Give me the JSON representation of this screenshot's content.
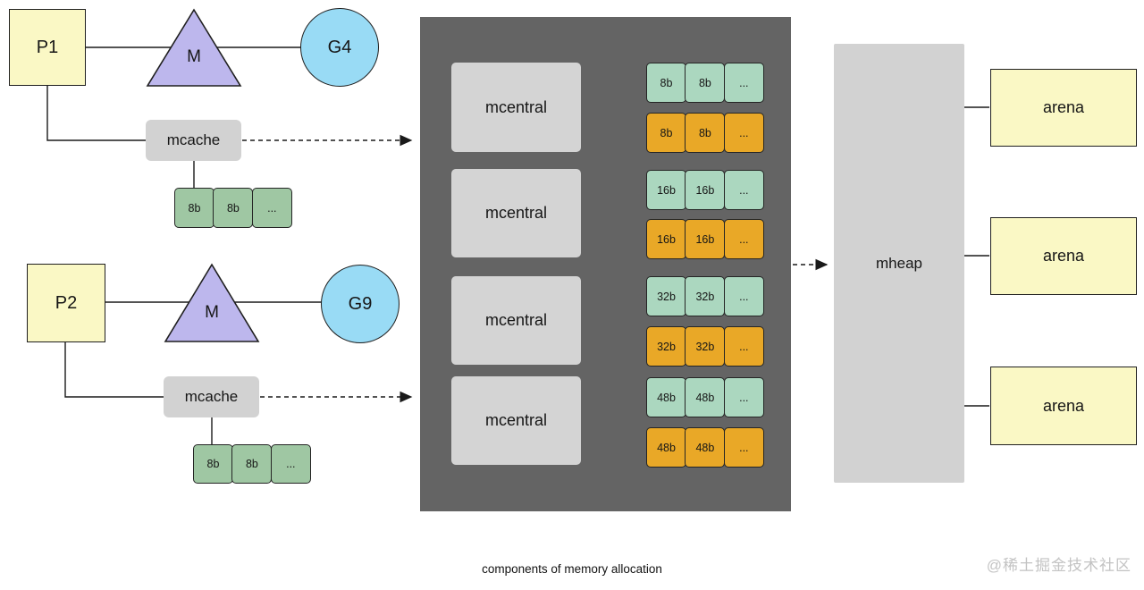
{
  "caption": "components of memory allocation",
  "watermark": "@稀土掘金技术社区",
  "colors": {
    "node_yellow": "#FAF8C5",
    "triangle_purple": "#BDB7ED",
    "circle_blue": "#99DBF5",
    "cache_cell_green": "#9FC7A3",
    "span_green": "#ABD7BF",
    "span_orange": "#E9A827",
    "panel_dark_gray": "#646464",
    "box_light_gray": "#D2D2D2",
    "line_black": "#1a1a1a"
  },
  "groups": [
    {
      "p": "P1",
      "m": "M",
      "g": "G4",
      "cache": "mcache",
      "cells": [
        "8b",
        "8b",
        "..."
      ]
    },
    {
      "p": "P2",
      "m": "M",
      "g": "G9",
      "cache": "mcache",
      "cells": [
        "8b",
        "8b",
        "..."
      ]
    }
  ],
  "panel": {
    "mcentrals": [
      "mcentral",
      "mcentral",
      "mcentral",
      "mcentral"
    ],
    "rows": [
      {
        "variant": "mint",
        "cells": [
          "8b",
          "8b",
          "..."
        ]
      },
      {
        "variant": "orange",
        "cells": [
          "8b",
          "8b",
          "..."
        ]
      },
      {
        "variant": "mint",
        "cells": [
          "16b",
          "16b",
          "..."
        ]
      },
      {
        "variant": "orange",
        "cells": [
          "16b",
          "16b",
          "..."
        ]
      },
      {
        "variant": "mint",
        "cells": [
          "32b",
          "32b",
          "..."
        ]
      },
      {
        "variant": "orange",
        "cells": [
          "32b",
          "32b",
          "..."
        ]
      },
      {
        "variant": "mint",
        "cells": [
          "48b",
          "48b",
          "..."
        ]
      },
      {
        "variant": "orange",
        "cells": [
          "48b",
          "48b",
          "..."
        ]
      }
    ]
  },
  "mheap": {
    "label": "mheap"
  },
  "arenas": [
    "arena",
    "arena",
    "arena"
  ]
}
